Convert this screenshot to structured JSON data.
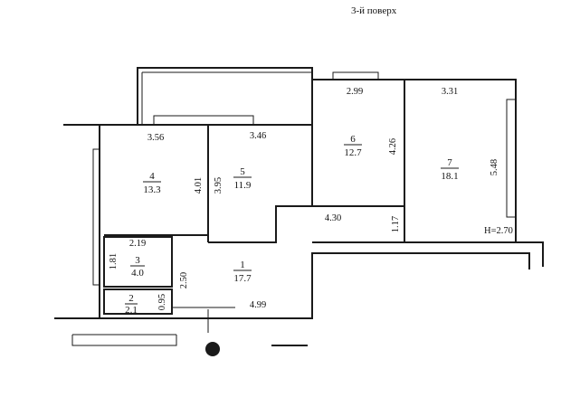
{
  "floor_label": "3-й поверх",
  "ceiling_height": "H=2.70",
  "rooms": [
    {
      "id": "1",
      "number": "1",
      "area": "17.7"
    },
    {
      "id": "2",
      "number": "2",
      "area": "2.1"
    },
    {
      "id": "3",
      "number": "3",
      "area": "4.0"
    },
    {
      "id": "4",
      "number": "4",
      "area": "13.3"
    },
    {
      "id": "5",
      "number": "5",
      "area": "11.9"
    },
    {
      "id": "6",
      "number": "6",
      "area": "12.7"
    },
    {
      "id": "7",
      "number": "7",
      "area": "18.1"
    }
  ],
  "dimensions": {
    "room4_width": "3.56",
    "room4_depth": "4.01",
    "room5_width": "3.46",
    "room5_depth": "3.95",
    "room6_width": "2.99",
    "room6_depth": "4.26",
    "room7_width": "3.31",
    "room7_depth": "5.48",
    "corridor_width": "4.30",
    "corridor_depth": "1.17",
    "room3_width": "2.19",
    "room3_depth": "1.81",
    "room1_depth": "2.50",
    "room1_width": "4.99",
    "room2_depth": "0.95"
  }
}
